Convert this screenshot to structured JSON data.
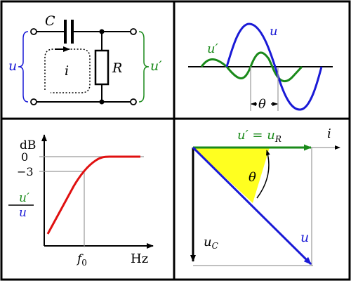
{
  "colors": {
    "black": "#000000",
    "blue": "#1a1ad6",
    "green": "#1a8a1a",
    "red": "#e01010",
    "yellow": "#ffff20",
    "gray": "#9a9a9a"
  },
  "circuit": {
    "capacitor_label": "C",
    "resistor_label": "R",
    "current_label": "i",
    "input_label": "u",
    "output_label": "u′"
  },
  "waveforms": {
    "input_label": "u",
    "output_label": "u′",
    "phase_label": "θ"
  },
  "bode": {
    "y_unit": "dB",
    "tick_zero": "0",
    "tick_minus3": "−3",
    "ratio_numerator": "u′",
    "ratio_denominator": "u",
    "cutoff_label": "f",
    "cutoff_subscript": "0",
    "x_unit": "Hz"
  },
  "phasor": {
    "resistor_voltage_label": "u′ = u",
    "resistor_voltage_subscript": "R",
    "current_axis_label": "i",
    "angle_label": "θ",
    "input_label": "u",
    "capacitor_voltage_label": "u",
    "capacitor_voltage_subscript": "C"
  }
}
